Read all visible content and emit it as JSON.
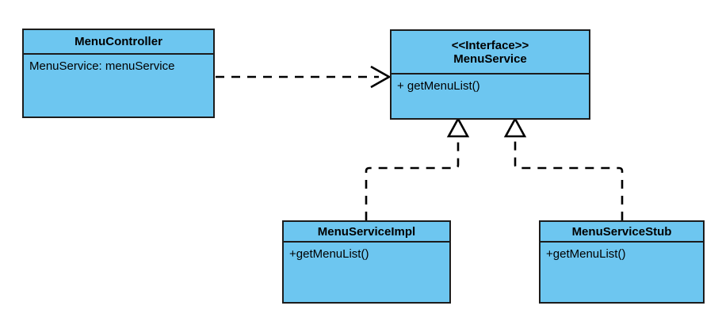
{
  "diagram": {
    "kind": "uml-class-diagram",
    "background_color": "#ffffff",
    "box_fill_color": "#6dc6f0",
    "box_border_color": "#1c1c1c",
    "text_color": "#000000",
    "connector_color": "#000000"
  },
  "classes": {
    "menu_controller": {
      "name": "MenuController",
      "attributes": [
        "MenuService: menuService"
      ],
      "operations": []
    },
    "menu_service": {
      "stereotype": "<<Interface>>",
      "name": "MenuService",
      "attributes": [],
      "operations": [
        "+ getMenuList()"
      ]
    },
    "menu_service_impl": {
      "name": "MenuServiceImpl",
      "attributes": [],
      "operations": [
        "+getMenuList()"
      ]
    },
    "menu_service_stub": {
      "name": "MenuServiceStub",
      "attributes": [],
      "operations": [
        "+getMenuList()"
      ]
    }
  },
  "relationships": [
    {
      "type": "dependency",
      "style": "dashed",
      "arrowhead": "open-arrow",
      "from": "MenuController",
      "to": "MenuService"
    },
    {
      "type": "realization",
      "style": "dashed",
      "arrowhead": "hollow-triangle",
      "from": "MenuServiceImpl",
      "to": "MenuService"
    },
    {
      "type": "realization",
      "style": "dashed",
      "arrowhead": "hollow-triangle",
      "from": "MenuServiceStub",
      "to": "MenuService"
    }
  ]
}
